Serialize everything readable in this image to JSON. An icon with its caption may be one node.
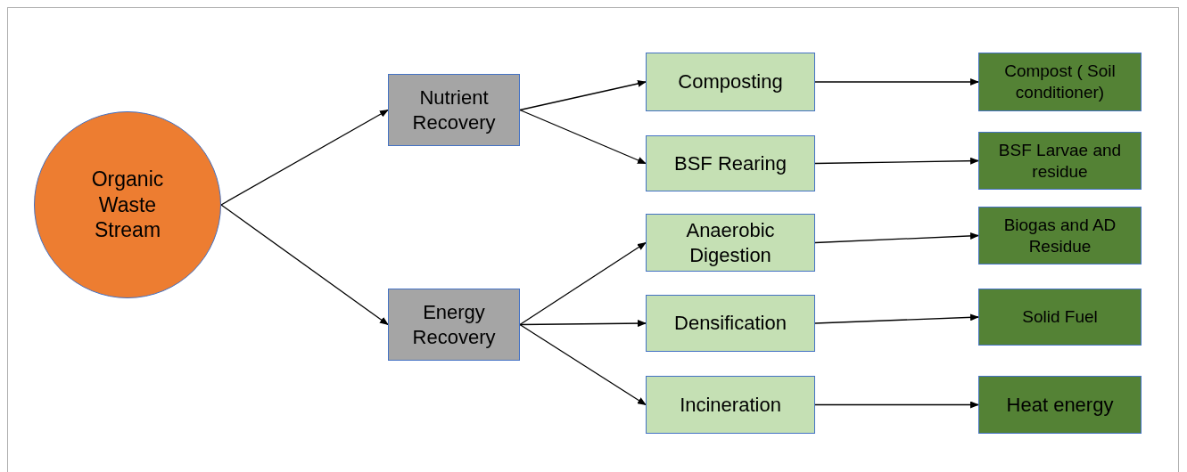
{
  "diagram": {
    "nodes": [
      {
        "text": [
          "Organic Waste Stream"
        ]
      },
      {
        "text": [
          "Nutrient Recovery"
        ]
      },
      {
        "text": [
          "Energy Recovery"
        ]
      },
      {
        "text": [
          "Composting"
        ]
      },
      {
        "text": [
          "BSF Rearing"
        ]
      },
      {
        "text": [
          "Anaerobic Digestion"
        ]
      },
      {
        "text": [
          "Densification"
        ]
      },
      {
        "text": [
          "Incineration"
        ]
      },
      {
        "text": [
          "Compost ( Soil conditioner)"
        ]
      },
      {
        "text": [
          "BSF Larvae and residue"
        ]
      },
      {
        "text": [
          "Biogas and AD Residue"
        ]
      },
      {
        "text": [
          "Solid Fuel"
        ]
      },
      {
        "text": [
          "Heat energy"
        ]
      }
    ],
    "edges": [
      {
        "from": 0,
        "to": 1,
        "arrow": "to"
      },
      {
        "from": 0,
        "to": 2,
        "arrow": "to"
      },
      {
        "from": 1,
        "to": 3,
        "arrow": "to"
      },
      {
        "from": 1,
        "to": 4,
        "arrow": "to"
      },
      {
        "from": 2,
        "to": 5,
        "arrow": "to"
      },
      {
        "from": 2,
        "to": 6,
        "arrow": "to"
      },
      {
        "from": 2,
        "to": 7,
        "arrow": "to"
      },
      {
        "from": 3,
        "to": 8,
        "arrow": "to"
      },
      {
        "from": 4,
        "to": 9,
        "arrow": "to"
      },
      {
        "from": 5,
        "to": 10,
        "arrow": "to"
      },
      {
        "from": 6,
        "to": 11,
        "arrow": "to"
      },
      {
        "from": 7,
        "to": 12,
        "arrow": "to"
      }
    ]
  }
}
